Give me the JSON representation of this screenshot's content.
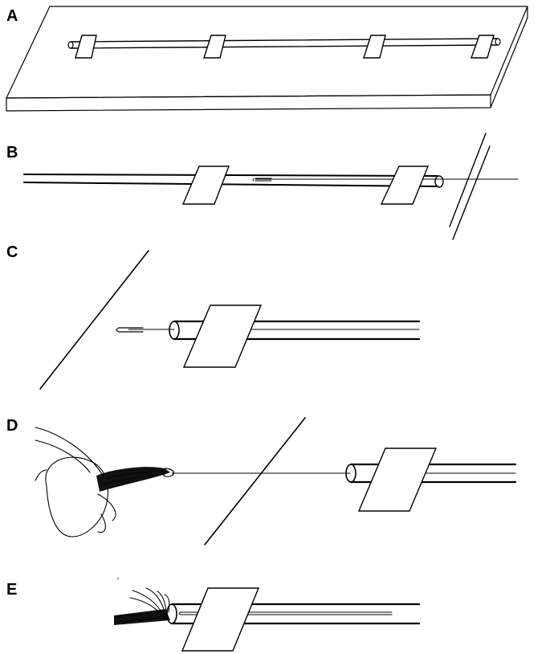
{
  "panels": [
    {
      "id": "A",
      "label": "A"
    },
    {
      "id": "B",
      "label": "B"
    },
    {
      "id": "C",
      "label": "C"
    },
    {
      "id": "D",
      "label": "D"
    },
    {
      "id": "E",
      "label": "E"
    }
  ],
  "colors": {
    "line": "#000000",
    "background": "#ffffff",
    "tape": "#ffffff"
  }
}
